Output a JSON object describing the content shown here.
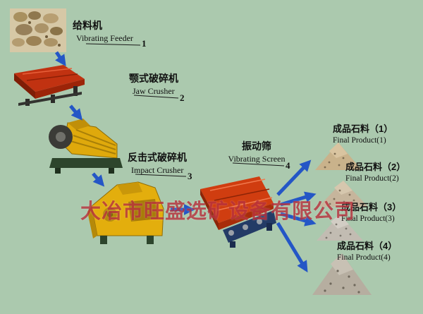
{
  "page": {
    "background": "#abc9ae",
    "watermark": "大冶市旺盛选矿设备有限公司"
  },
  "stages": [
    {
      "zh": "给料机",
      "en": "Vibrating Feeder",
      "num": "1"
    },
    {
      "zh": "颚式破碎机",
      "en": "Jaw Crusher",
      "num": "2"
    },
    {
      "zh": "反击式破碎机",
      "en": "Impact Crusher",
      "num": "3"
    },
    {
      "zh": "振动筛",
      "en": "Vibrating Screen",
      "num": "4"
    }
  ],
  "products": [
    {
      "zh": "成品石料（1）",
      "en": "Final Product(1)"
    },
    {
      "zh": "成品石料（2）",
      "en": "Final Product(2)"
    },
    {
      "zh": "成品石料（3）",
      "en": "Final Product(3)"
    },
    {
      "zh": "成品石料（4）",
      "en": "Final Product(4)"
    }
  ],
  "colors": {
    "arrow_blue": "#2456c6",
    "feeder_red": "#c13211",
    "crusher_yellow": "#e0aa0c",
    "screen_red": "#d03d10",
    "screen_base_blue": "#233b66",
    "machine_base_green": "#2d452c",
    "watermark_red": "#b8333e",
    "background_green": "#abc9ae"
  }
}
